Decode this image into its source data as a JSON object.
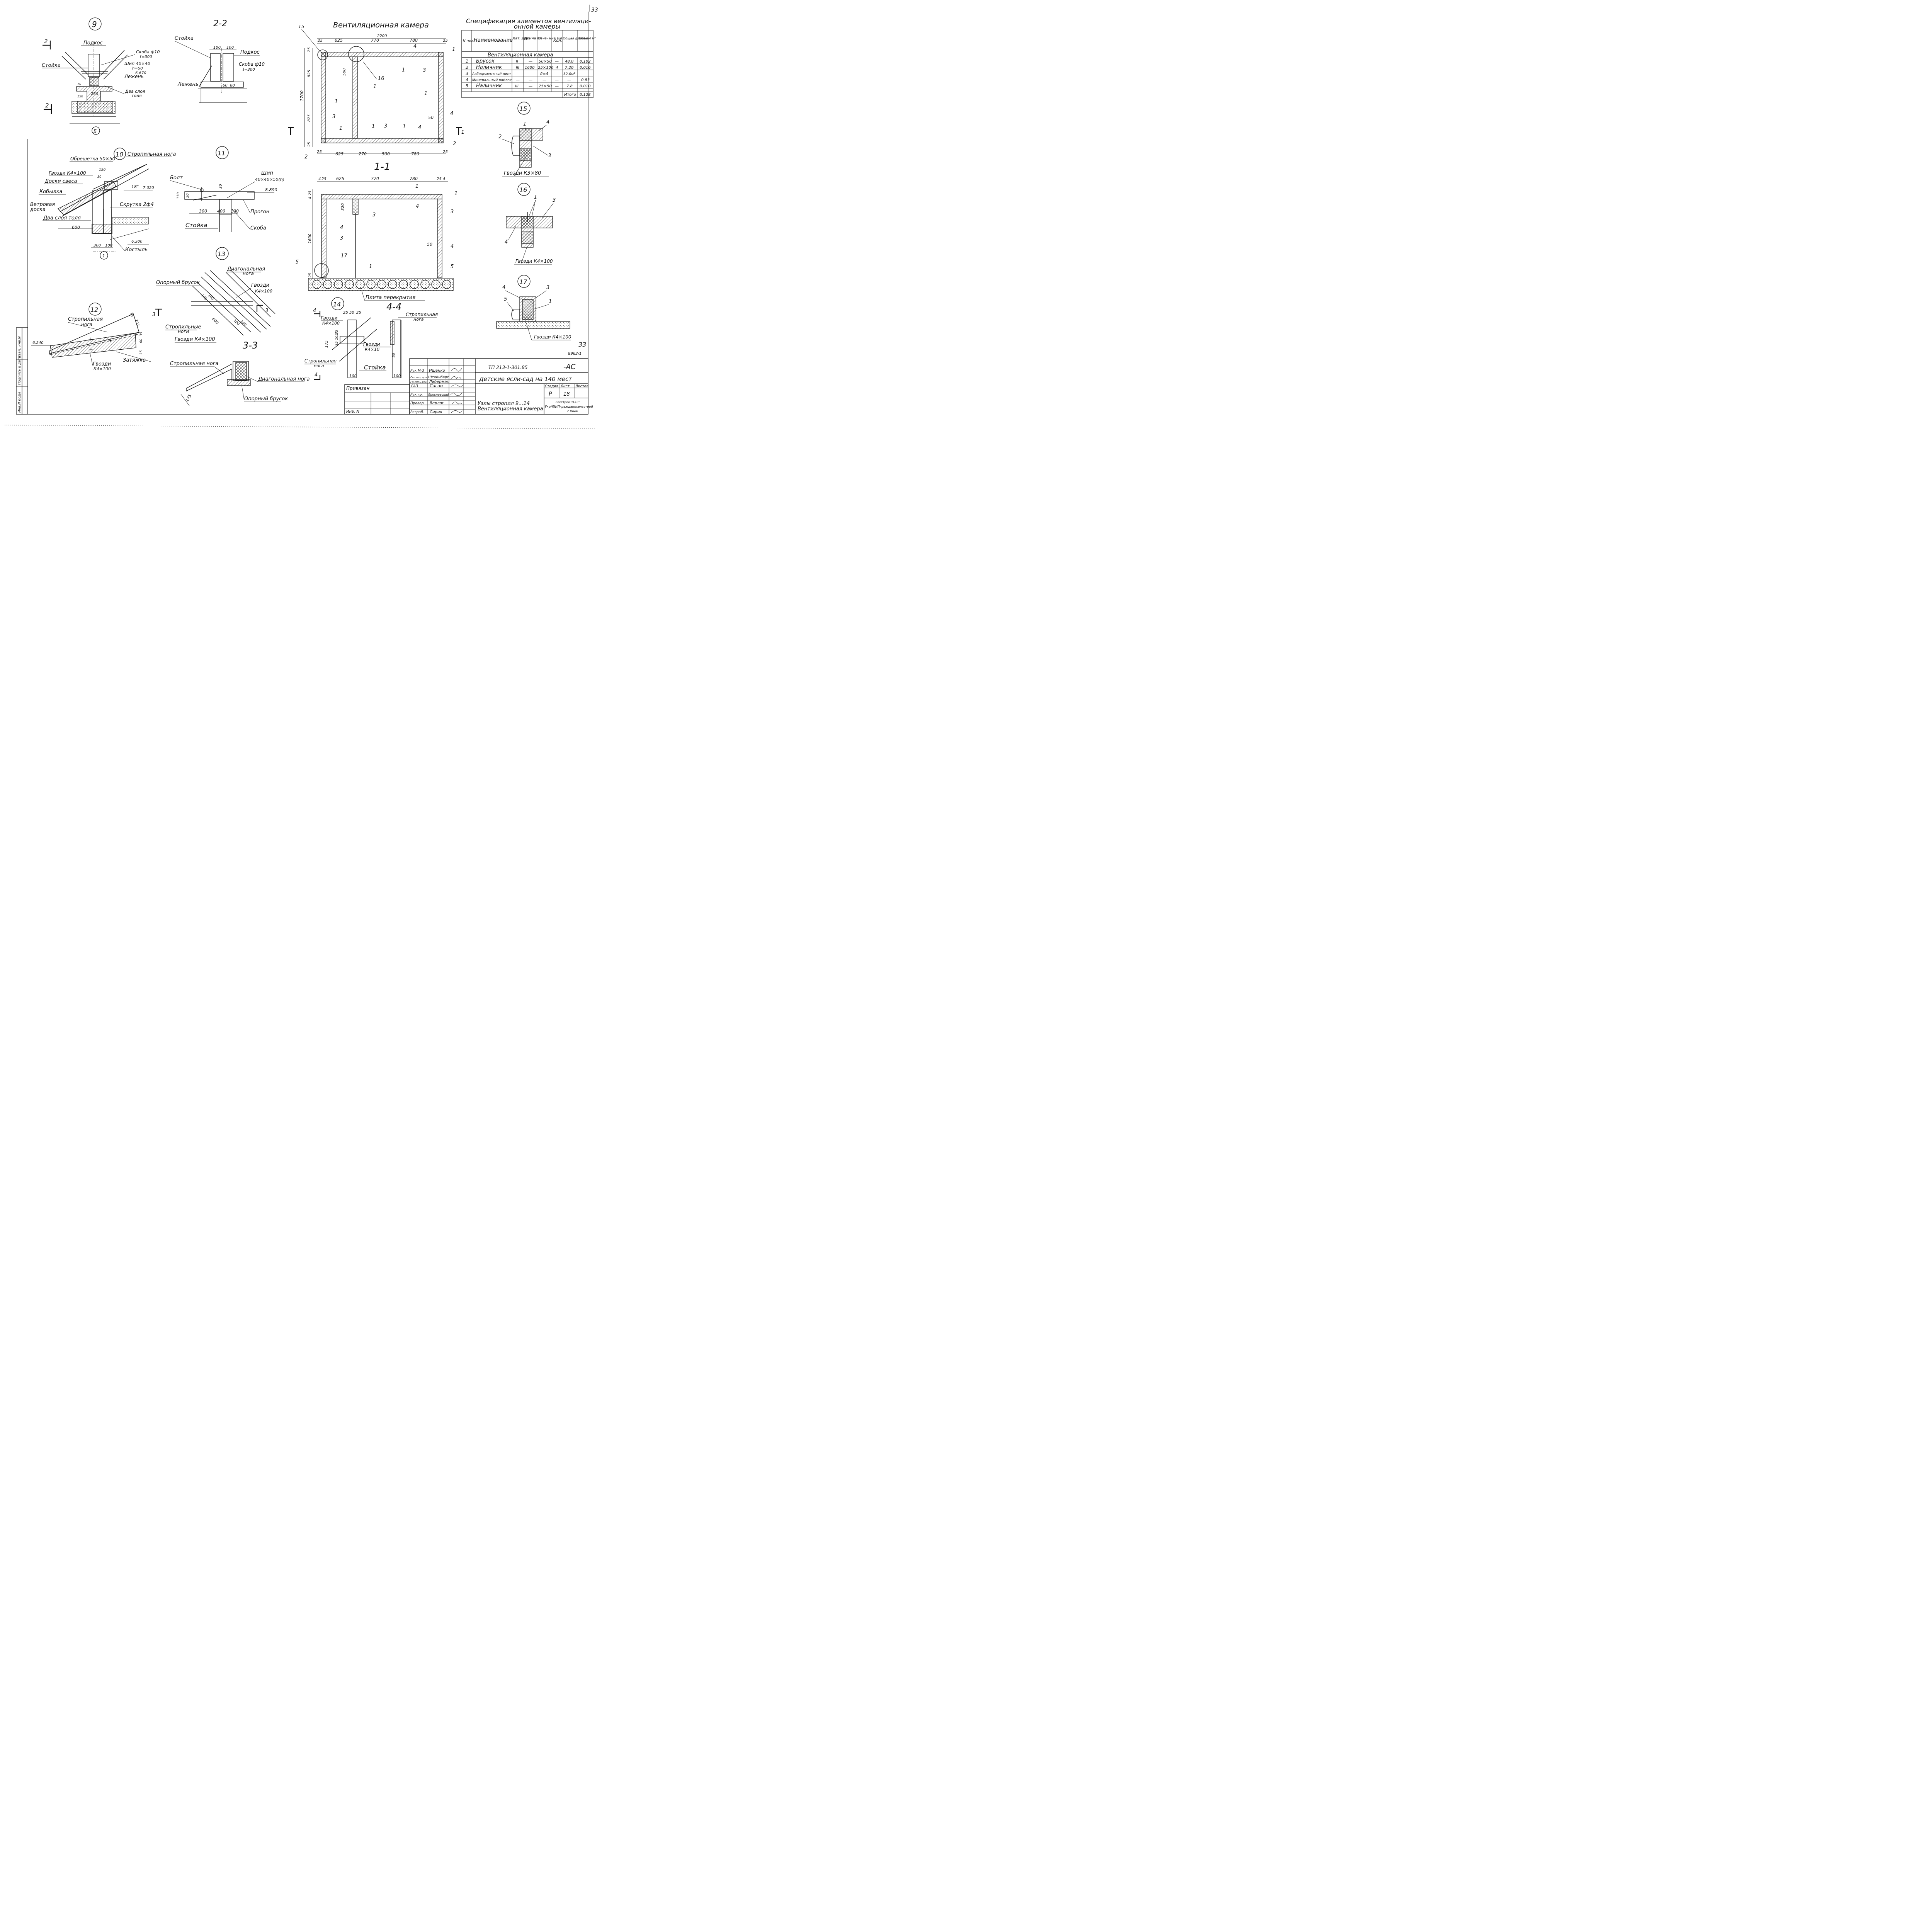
{
  "sheet": {
    "page_number": "33",
    "page_number_lower": "33",
    "sheet_code": "8962/1"
  },
  "node9": {
    "circle": "9",
    "section_mark": "2",
    "labels": [
      "Подкос",
      "Скоба ф10",
      "ℓ=300",
      "Стойка",
      "Шип 40×40",
      "h=50",
      "Лежень",
      "6.670",
      "Два слоя",
      "толя",
      "70",
      "150",
      "250",
      "Б"
    ]
  },
  "sec22": {
    "title": "2-2",
    "labels": [
      "Стойка",
      "Подкос",
      "Скоба ф10",
      "ℓ=300",
      "Лежень",
      "100",
      "100",
      "60",
      "60"
    ]
  },
  "camera": {
    "title": "Вентиляционная камера"
  },
  "plan": {
    "title": "1-1",
    "dims_top": [
      "25",
      "625",
      "770",
      "780",
      "25"
    ],
    "dims_top_total": "2200",
    "dims_bottom": [
      "25",
      "625",
      "270",
      "500",
      "780",
      "25"
    ],
    "dims_left": [
      "25",
      "825",
      "825",
      "25"
    ],
    "dims_left_total": "1700",
    "marks": [
      "15",
      "16",
      "1",
      "2",
      "3",
      "4",
      "50",
      "500"
    ],
    "section_mark": "1"
  },
  "sec44": {
    "title": "4-4",
    "dims_top": [
      "4",
      "25",
      "625",
      "770",
      "780",
      "25",
      "4"
    ],
    "dims_left": [
      "25",
      "4",
      "1600",
      "25"
    ],
    "marks": [
      "1",
      "3",
      "4",
      "5",
      "17",
      "320",
      "50"
    ],
    "slab_label": "Плита перекрытия"
  },
  "spec": {
    "title_line1": "Спецификация элементов вентиляци-",
    "title_line2": "онной камеры",
    "headers": [
      "N поз.",
      "Наименование",
      "Кат. древ",
      "Длина мм",
      "Сече- ние мм",
      "Кол.",
      "Общая длина м",
      "Объем м²"
    ],
    "group": "Вентиляционная камера",
    "rows": [
      [
        "1",
        "Брусок",
        "II",
        "—",
        "50×50",
        "—",
        "48.0",
        "0.102"
      ],
      [
        "2",
        "Наличник",
        "III",
        "1600",
        "25×100",
        "4",
        "7.20",
        "0.016"
      ],
      [
        "3",
        "Асбоцементный лист",
        "—",
        "—",
        "δ=4",
        "—",
        "32.0м²",
        "—"
      ],
      [
        "4",
        "Минеральный войлок",
        "—",
        "—",
        "—",
        "—",
        "—",
        "0.83"
      ],
      [
        "5",
        "Наличник",
        "III",
        "—",
        "25×50",
        "—",
        "7.8",
        "0.010"
      ]
    ],
    "total_label": "Итого",
    "total_value": "0.128"
  },
  "node10": {
    "circle": "10",
    "labels": [
      "Стропильная нога",
      "Обрешетка 50×50",
      "Гвозди К4×100",
      "Доски свеса",
      "Кобылка",
      "Ветровая",
      "доска",
      "Два слоя толя",
      "Скрутка 2ф4",
      "Костыль",
      "600",
      "300",
      "100",
      "150",
      "30",
      "7.020",
      "6.300",
      "18°",
      "1"
    ]
  },
  "node11": {
    "circle": "11",
    "labels": [
      "Болт",
      "Шип",
      "40×40×50(h)",
      "8.890",
      "Прогон",
      "Стойка",
      "Скоба",
      "300",
      "400",
      "100",
      "150",
      "30",
      "30"
    ]
  },
  "node12": {
    "circle": "12",
    "labels": [
      "Стропильная",
      "нога",
      "Затяжка",
      "Гвозди",
      "К4×100",
      "6.240",
      "35",
      "105",
      "35",
      "60",
      "35",
      "35"
    ]
  },
  "node13": {
    "circle": "13",
    "labels": [
      "Диагональная",
      "нога",
      "Опорный брусок",
      "Гвозди",
      "К4×100",
      "Стропильные",
      "ноги",
      "Гвозди К4×100",
      "600",
      "100",
      "3"
    ]
  },
  "sec33": {
    "title": "3-3",
    "labels": [
      "Стропильная нога",
      "Диагональная нога",
      "Опорный брусок",
      "175"
    ]
  },
  "node14": {
    "circle": "14",
    "labels": [
      "Гвозди",
      "К4×100",
      "Стропильная",
      "нога",
      "Гвозди",
      "К4×10",
      "Стойка",
      "Стропильная",
      "нога",
      "25",
      "50",
      "25",
      "175",
      "35",
      "105",
      "35",
      "100",
      "100",
      "50",
      "4"
    ]
  },
  "node15": {
    "circle": "15",
    "labels": [
      "1",
      "4",
      "2",
      "3",
      "Гвозди К3×80"
    ]
  },
  "node16": {
    "circle": "16",
    "labels": [
      "1",
      "3",
      "4",
      "Гвозди К4×100"
    ]
  },
  "node17": {
    "circle": "17",
    "labels": [
      "4",
      "3",
      "5",
      "1",
      "Гвозди К4×100"
    ]
  },
  "left_strip": {
    "labels": [
      "Инв.N подл",
      "Подпись и дата",
      "Взам. инв.N"
    ]
  },
  "stamp": {
    "project_code": "ТП 213-1-301.85",
    "suffix": "-АС",
    "object_name": "Детские ясли-сад на 140 мест",
    "drawing_title_1": "Узлы стропил 9...14",
    "drawing_title_2": "Вентиляционная камера",
    "privyazan": "Привязан",
    "inv_label": "Инв. N",
    "stage_headers": [
      "Стадия",
      "Лист",
      "Листов"
    ],
    "stage": "Р",
    "sheet": "18",
    "org_1": "Госстрой УССР",
    "org_2": "УкрНИИПгражданнсельстрой",
    "org_3": "г.Киев",
    "roles": [
      "Рук.М-3",
      "Гл.спец.арх",
      "Гл.спец.кон",
      "ГАП",
      "Рук.гр.",
      "Провер",
      "Разраб."
    ],
    "names": [
      "Ищенко",
      "Штейнберг",
      "Либерман",
      "Саган",
      "Ярославский",
      "Верлог",
      "Сирик"
    ]
  }
}
